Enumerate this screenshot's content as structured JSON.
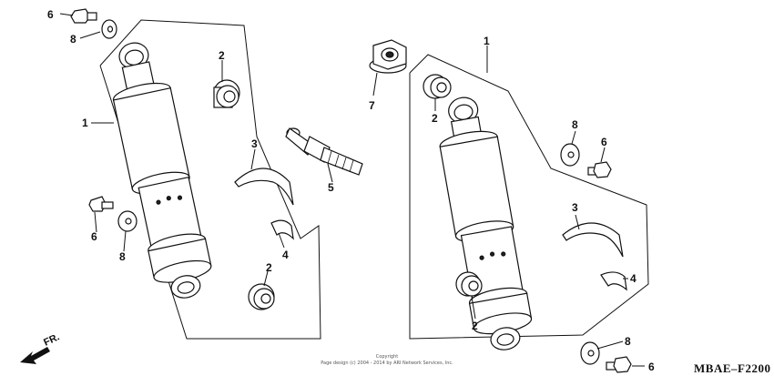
{
  "callouts": {
    "c1_left": "1",
    "c1_right": "1",
    "c2_left_top": "2",
    "c2_left_bottom": "2",
    "c2_right_top": "2",
    "c2_right_bottom": "2",
    "c3_left": "3",
    "c3_right": "3",
    "c4_left": "4",
    "c4_right": "4",
    "c5": "5",
    "c6_top_left": "6",
    "c6_mid_left": "6",
    "c6_right_top": "6",
    "c6_right_bottom": "6",
    "c7": "7",
    "c8_top_left": "8",
    "c8_mid_left": "8",
    "c8_right_top": "8",
    "c8_right_bottom": "8"
  },
  "direction_label": "FR.",
  "diagram_code": "MBAE–F2200",
  "copyright": {
    "line1": "Copyright",
    "line2": "Page design (c) 2004 - 2014 by ARI Network Services, Inc."
  },
  "icons": {
    "front_arrow": "front-direction-arrow-icon"
  }
}
